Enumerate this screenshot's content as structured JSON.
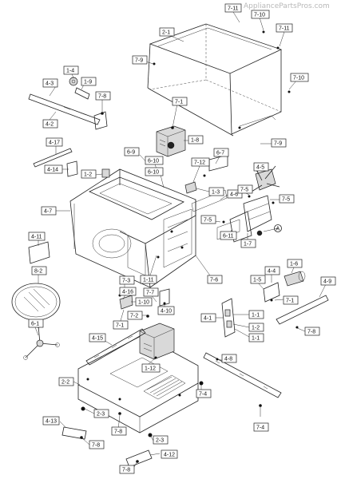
{
  "watermark": "AppliancePartsPros.com",
  "callouts": [
    "7-11",
    "7-10",
    "7-11",
    "2-1",
    "7-9",
    "7-10",
    "7-9",
    "1-4",
    "4-3",
    "1-9",
    "7-8",
    "4-2",
    "7-1",
    "1-8",
    "6-9",
    "6-10",
    "6-10",
    "4-17",
    "4-14",
    "1-2",
    "7-12",
    "6-7",
    "1-3",
    "4-6",
    "4-5",
    "7-5",
    "7-5",
    "4-7",
    "7-5",
    "6-11",
    "1-7",
    "A",
    "4-11",
    "7-6",
    "1-11",
    "8-2",
    "7-3",
    "4-16",
    "1-10",
    "7-7",
    "7-2",
    "4-10",
    "7-1",
    "6-1",
    "1-6",
    "1-5",
    "4-4",
    "4-9",
    "7-1",
    "4-1",
    "1-1",
    "1-2",
    "1-1",
    "7-8",
    "4-15",
    "1-12",
    "4-8",
    "2-2",
    "7-4",
    "2-3",
    "7-8",
    "4-13",
    "7-8",
    "2-3",
    "7-4",
    "4-12",
    "7-8"
  ]
}
